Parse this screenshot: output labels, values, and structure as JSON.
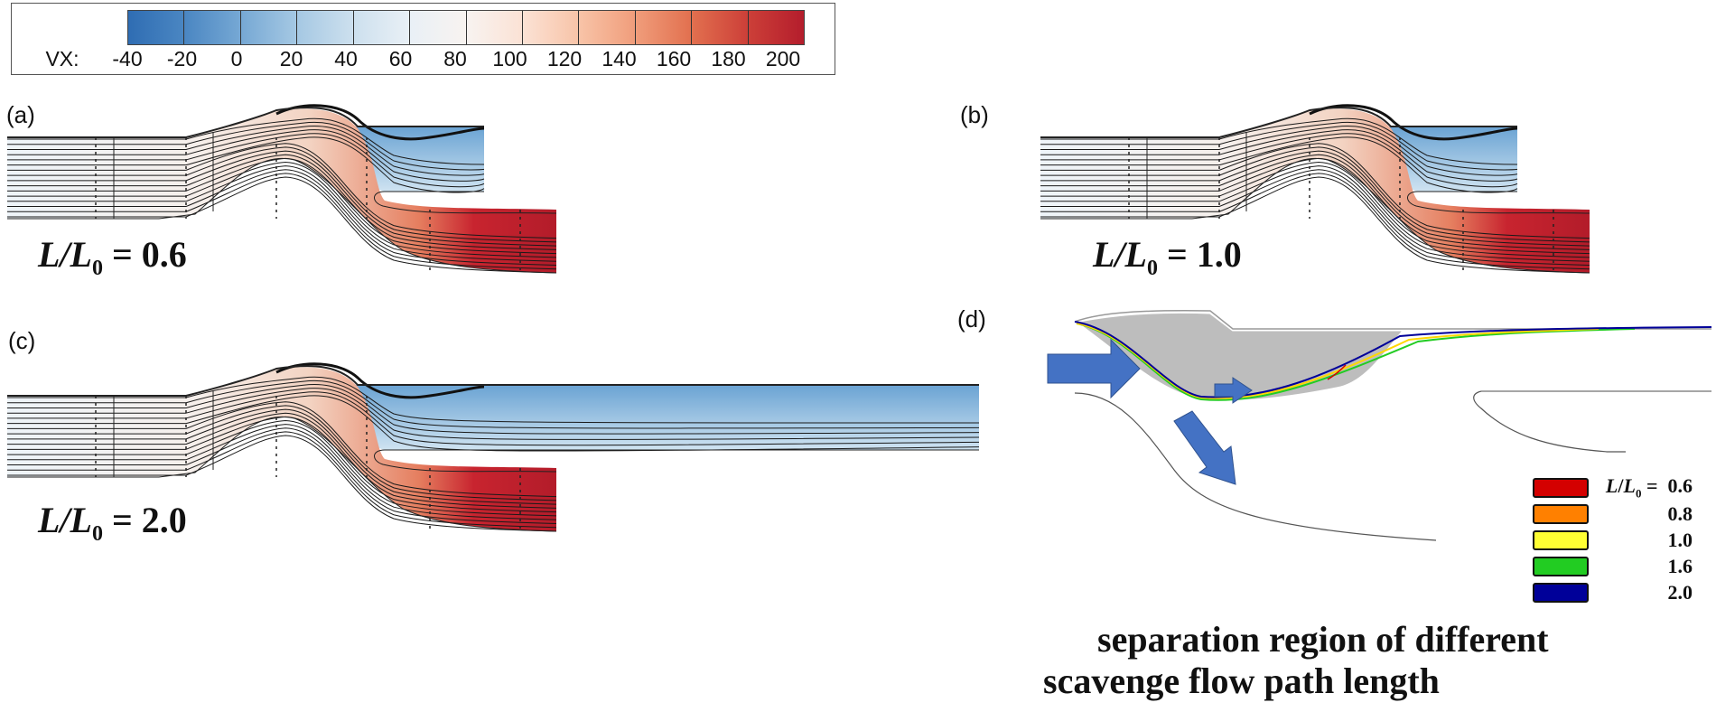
{
  "colorbar": {
    "variable_label": "VX:",
    "ticks": [
      "-40",
      "-20",
      "0",
      "20",
      "40",
      "60",
      "80",
      "100",
      "120",
      "140",
      "160",
      "180",
      "200"
    ],
    "segment_colors": [
      "#2f6db3",
      "#4a86c2",
      "#76a8d4",
      "#a5c8e3",
      "#cde0ee",
      "#e9f0f6",
      "#f8f3f0",
      "#fbe2d5",
      "#f8c4a8",
      "#f09d7b",
      "#e2704f",
      "#cc3f38",
      "#b41d2c"
    ]
  },
  "panels": [
    {
      "id": "a",
      "label": "(a)",
      "ratio_prefix": "L/L",
      "ratio_sub": "0",
      "ratio_eq": " = ",
      "ratio_value": "0.6"
    },
    {
      "id": "b",
      "label": "(b)",
      "ratio_prefix": "L/L",
      "ratio_sub": "0",
      "ratio_eq": " = ",
      "ratio_value": "1.0"
    },
    {
      "id": "c",
      "label": "(c)",
      "ratio_prefix": "L/L",
      "ratio_sub": "0",
      "ratio_eq": " = ",
      "ratio_value": "2.0"
    },
    {
      "id": "d",
      "label": "(d)"
    }
  ],
  "panel_d": {
    "legend_title": "L/L0 =",
    "legend": [
      {
        "value": "0.6",
        "color": "#d40000"
      },
      {
        "value": "0.8",
        "color": "#ff8000"
      },
      {
        "value": "1.0",
        "color": "#ffff33"
      },
      {
        "value": "1.6",
        "color": "#22cc22"
      },
      {
        "value": "2.0",
        "color": "#000099"
      }
    ],
    "arrow_color": "#4472c4",
    "separation_fill": "#bdbdbd",
    "caption_line1": "separation region of different",
    "caption_line2": "scavenge flow path length"
  },
  "colors": {
    "inflow": "#eef4f9",
    "recirculation": "#7fb2dc",
    "scavenge_outlet": "#c8242f",
    "streamline": "#1a1a1a"
  }
}
